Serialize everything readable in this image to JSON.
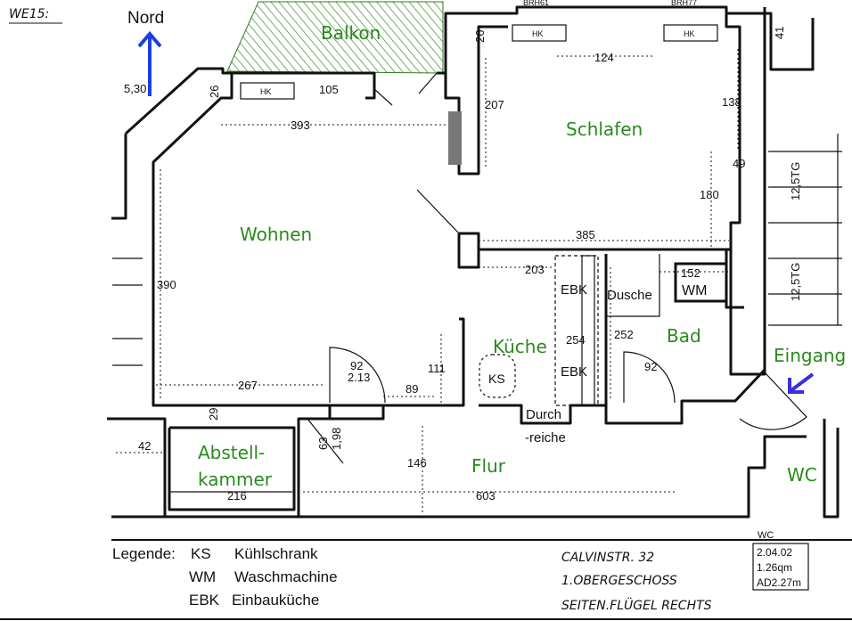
{
  "header": {
    "handwritten_code": "WE15:"
  },
  "compass": {
    "label": "Nord",
    "color": "#1a3fe0"
  },
  "rooms": {
    "balkon": "Balkon",
    "schlafen": "Schlafen",
    "wohnen": "Wohnen",
    "kueche": "Küche",
    "bad": "Bad",
    "eingang": "Eingang",
    "flur": "Flur",
    "wc": "WC",
    "abstell_1": "Abstell-",
    "abstell_2": "kammer"
  },
  "fixtures": {
    "ks": "KS",
    "wm": "WM",
    "ebk_top": "EBK",
    "ebk_bottom": "EBK",
    "dusche": "Dusche",
    "durch_1": "Durch",
    "durch_2": "-reiche",
    "hk": "HK",
    "brh_left": "BRH61",
    "brh_right": "BRH77"
  },
  "dimensions": {
    "d530": "5,30",
    "d26a": "26",
    "d105": "105",
    "d393": "393",
    "d26b": "26",
    "d124": "124",
    "d207": "207",
    "d138": "138",
    "d49": "49",
    "d180": "180",
    "d385": "385",
    "d203": "203",
    "d152": "152",
    "d390": "390",
    "d254": "254",
    "d252": "252",
    "d111": "111",
    "d92a": "92",
    "d213": "2.13",
    "d92b": "92",
    "d267": "267",
    "d89": "89",
    "d29": "29",
    "d42": "42",
    "d63": "63",
    "d198": "1,98",
    "d146": "146",
    "d216": "216",
    "d603": "603",
    "d41": "41",
    "stair1": "12,5TG",
    "stair2": "12,5TG"
  },
  "legend": {
    "title": "Legende:",
    "items": [
      {
        "code": "KS",
        "text": "Kühlschrank"
      },
      {
        "code": "WM",
        "text": "Waschmachine"
      },
      {
        "code": "EBK",
        "text": "Einbauküche"
      }
    ]
  },
  "address": {
    "line1": "CALVINSTR. 32",
    "line2": "1.OBERGESCHOSS",
    "line3": "SEITEN.FLÜGEL RECHTS"
  },
  "stamp": {
    "wc": "WC",
    "line1": "2.04.02",
    "line2": "1.26qm",
    "line3": "AD2.27m"
  },
  "colors": {
    "room_label": "#2a8a1e",
    "balkon_hatch": "#2f7d1c",
    "north_arrow": "#1a3fe0",
    "entry_arrow": "#3a2fe0"
  }
}
